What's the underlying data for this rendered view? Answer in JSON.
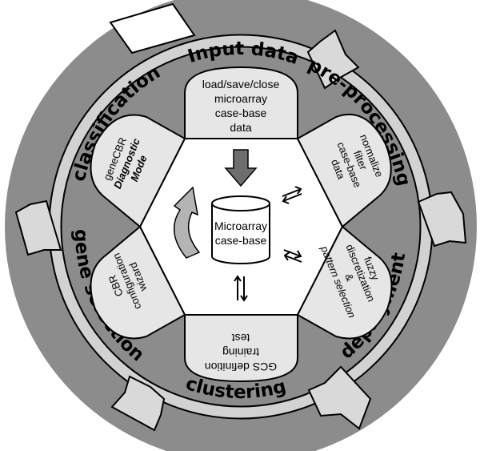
{
  "ring": {
    "input_data": "Input data",
    "pre_processing": "pre-processing",
    "gene_selection": "gene selection",
    "clustering": "clustering",
    "deployment": "deployment",
    "classification": "classification"
  },
  "petals": {
    "top": [
      "load/save/close",
      "microarray",
      "case-base",
      "data"
    ],
    "upper_right": [
      "normalize",
      "filter",
      "case-base",
      "data"
    ],
    "lower_right_regular": [
      "fuzzy",
      "discretization",
      "&"
    ],
    "lower_right_italic": "pattern selection",
    "bottom": [
      "GCS definition",
      "training",
      "test"
    ],
    "lower_left": [
      "CBR",
      "configuration",
      "wizard"
    ],
    "upper_left_regular": "geneCBR",
    "upper_left_bold": [
      "Diagnostic",
      "Mode"
    ]
  },
  "center": {
    "database_label": [
      "Microarray",
      "case-base"
    ]
  }
}
